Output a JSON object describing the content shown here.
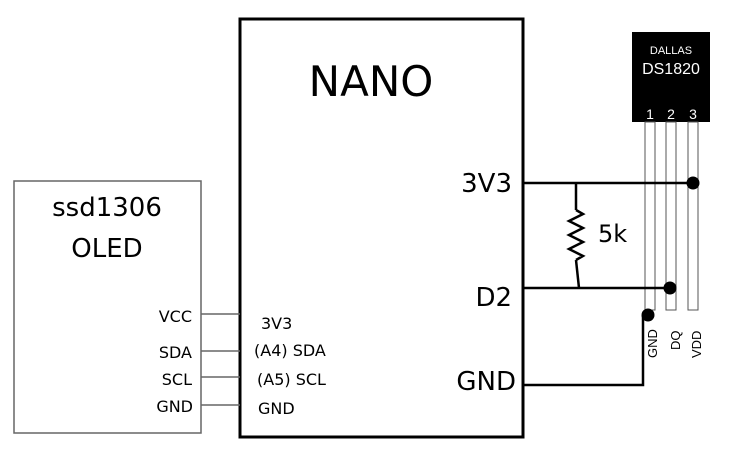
{
  "nano": {
    "title": "NANO",
    "pins_right": {
      "v3v3": "3V3",
      "d2": "D2",
      "gnd": "GND"
    },
    "pins_left": {
      "v3v3": "3V3",
      "sda": "(A4) SDA",
      "scl": "(A5) SCL",
      "gnd": "GND"
    }
  },
  "oled": {
    "title_line1": "ssd1306",
    "title_line2": "OLED",
    "pins": {
      "vcc": "VCC",
      "sda": "SDA",
      "scl": "SCL",
      "gnd": "GND"
    }
  },
  "sensor": {
    "brand": "DALLAS",
    "model": "DS1820",
    "pin_numbers": [
      "1",
      "2",
      "3"
    ],
    "pin_names": [
      "GND",
      "DQ",
      "VDD"
    ]
  },
  "resistor": {
    "label": "5k"
  },
  "colors": {
    "line": "#000000",
    "thin_line": "#666666",
    "background": "#ffffff"
  }
}
